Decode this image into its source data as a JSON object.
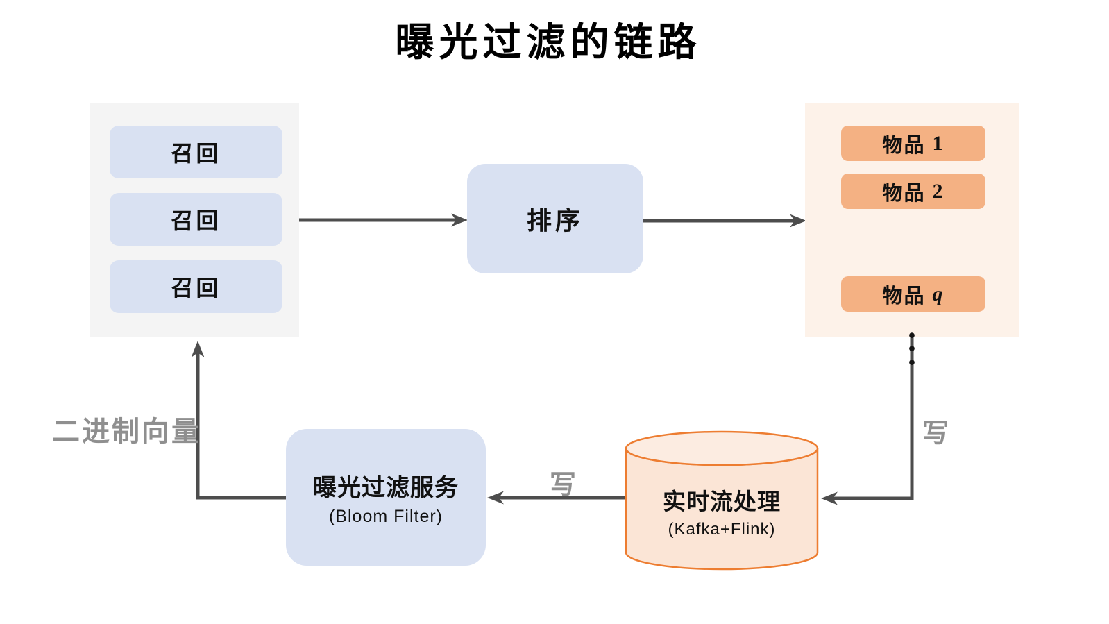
{
  "title": "曝光过滤的链路",
  "colors": {
    "panel_gray": "#f4f4f4",
    "panel_orange": "#fdf2e9",
    "box_blue": "#d9e1f2",
    "item_orange": "#f4b183",
    "cylinder_fill": "#fbe5d6",
    "cylinder_top": "#fcece1",
    "cylinder_stroke": "#ed7d31",
    "arrow": "#4d4d4d",
    "label_gray": "#8f8f8f"
  },
  "recall_panel": {
    "items": [
      {
        "label": "召回"
      },
      {
        "label": "召回"
      },
      {
        "label": "召回"
      }
    ]
  },
  "rank_node": {
    "label": "排序"
  },
  "items_panel": {
    "items": [
      {
        "name": "物品",
        "index": "1"
      },
      {
        "name": "物品",
        "index": "2"
      },
      {
        "name": "物品",
        "index": "q"
      }
    ],
    "ellipsis": "•\n•\n•"
  },
  "bloom_node": {
    "title": "曝光过滤服务",
    "subtitle": "(Bloom Filter)"
  },
  "stream_node": {
    "title": "实时流处理",
    "subtitle": "(Kafka+Flink)"
  },
  "edge_labels": {
    "binary_vector": "二进制向量",
    "write_to_bloom": "写",
    "write_to_stream": "写"
  }
}
